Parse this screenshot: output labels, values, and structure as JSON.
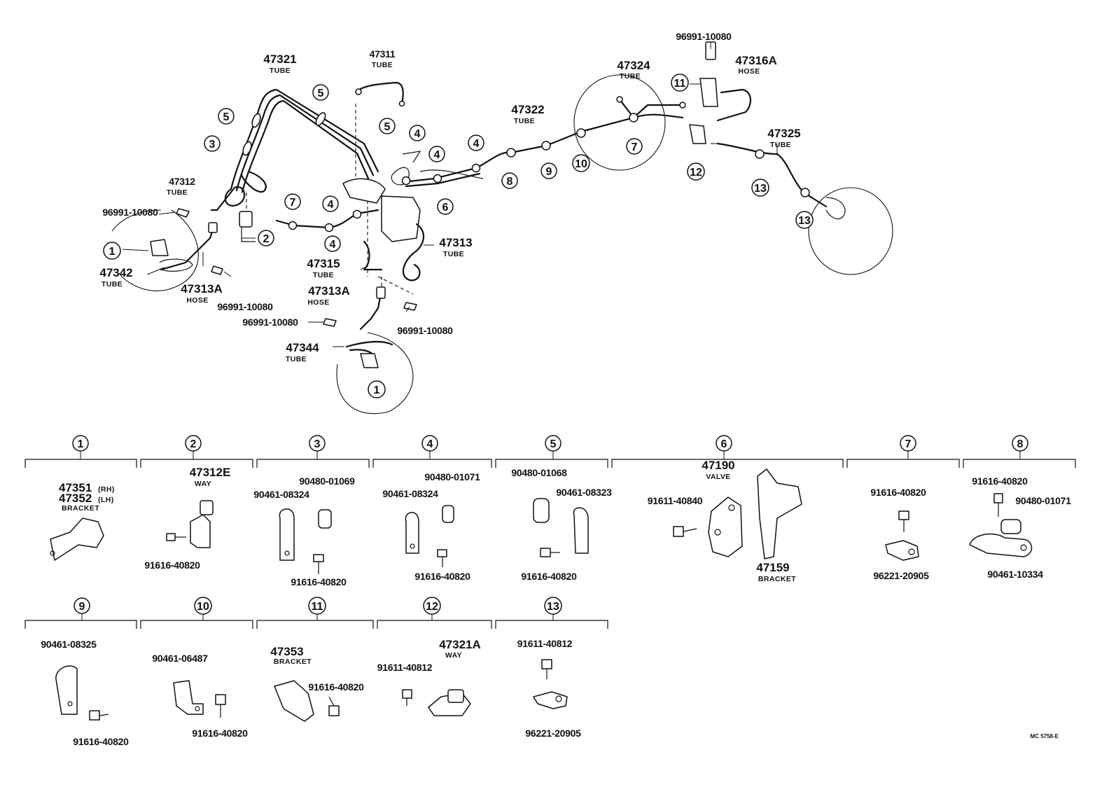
{
  "diagram": {
    "upper_labels": [
      {
        "part_no": "47321",
        "desc": "TUBE"
      },
      {
        "part_no": "47311",
        "desc": "TUBE"
      },
      {
        "part_no": "47312",
        "desc": "TUBE"
      },
      {
        "part_no": "96991-10080",
        "desc": ""
      },
      {
        "part_no": "47342",
        "desc": "TUBE"
      },
      {
        "part_no": "47313A",
        "desc": "HOSE"
      },
      {
        "part_no": "96991-10080",
        "desc": ""
      },
      {
        "part_no": "47315",
        "desc": "TUBE"
      },
      {
        "part_no": "47313A",
        "desc": "HOSE"
      },
      {
        "part_no": "96991-10080",
        "desc": ""
      },
      {
        "part_no": "96991-10080",
        "desc": ""
      },
      {
        "part_no": "47344",
        "desc": "TUBE"
      },
      {
        "part_no": "47313",
        "desc": "TUBE"
      },
      {
        "part_no": "47322",
        "desc": "TUBE"
      },
      {
        "part_no": "47324",
        "desc": "TUBE"
      },
      {
        "part_no": "96991-10080",
        "desc": ""
      },
      {
        "part_no": "47316A",
        "desc": "HOSE"
      },
      {
        "part_no": "47325",
        "desc": "TUBE"
      }
    ],
    "callouts": [
      "1",
      "2",
      "3",
      "4",
      "5",
      "6",
      "7",
      "8",
      "9",
      "10",
      "11",
      "12",
      "13"
    ],
    "groups": [
      {
        "no": "1",
        "parts": [
          "47351",
          "(RH)",
          "47352",
          "(LH)",
          "BRACKET"
        ]
      },
      {
        "no": "2",
        "parts": [
          "47312E",
          "WAY",
          "91616-40820"
        ]
      },
      {
        "no": "3",
        "parts": [
          "90480-01069",
          "90461-08324",
          "91616-40820"
        ]
      },
      {
        "no": "4",
        "parts": [
          "90480-01071",
          "90461-08324",
          "91616-40820"
        ]
      },
      {
        "no": "5",
        "parts": [
          "90480-01068",
          "90461-08323",
          "91616-40820"
        ]
      },
      {
        "no": "6",
        "parts": [
          "47190",
          "VALVE",
          "91611-40840",
          "47159",
          "BRACKET"
        ]
      },
      {
        "no": "7",
        "parts": [
          "91616-40820",
          "96221-20905"
        ]
      },
      {
        "no": "8",
        "parts": [
          "91616-40820",
          "90480-01071",
          "90461-10334"
        ]
      },
      {
        "no": "9",
        "parts": [
          "90461-08325",
          "91616-40820"
        ]
      },
      {
        "no": "10",
        "parts": [
          "90461-06487",
          "91616-40820"
        ]
      },
      {
        "no": "11",
        "parts": [
          "47353",
          "BRACKET",
          "91616-40820"
        ]
      },
      {
        "no": "12",
        "parts": [
          "47321A",
          "WAY",
          "91611-40812"
        ]
      },
      {
        "no": "13",
        "parts": [
          "91611-40812",
          "96221-20905"
        ]
      }
    ],
    "footer_code": "MC 5758-E"
  }
}
